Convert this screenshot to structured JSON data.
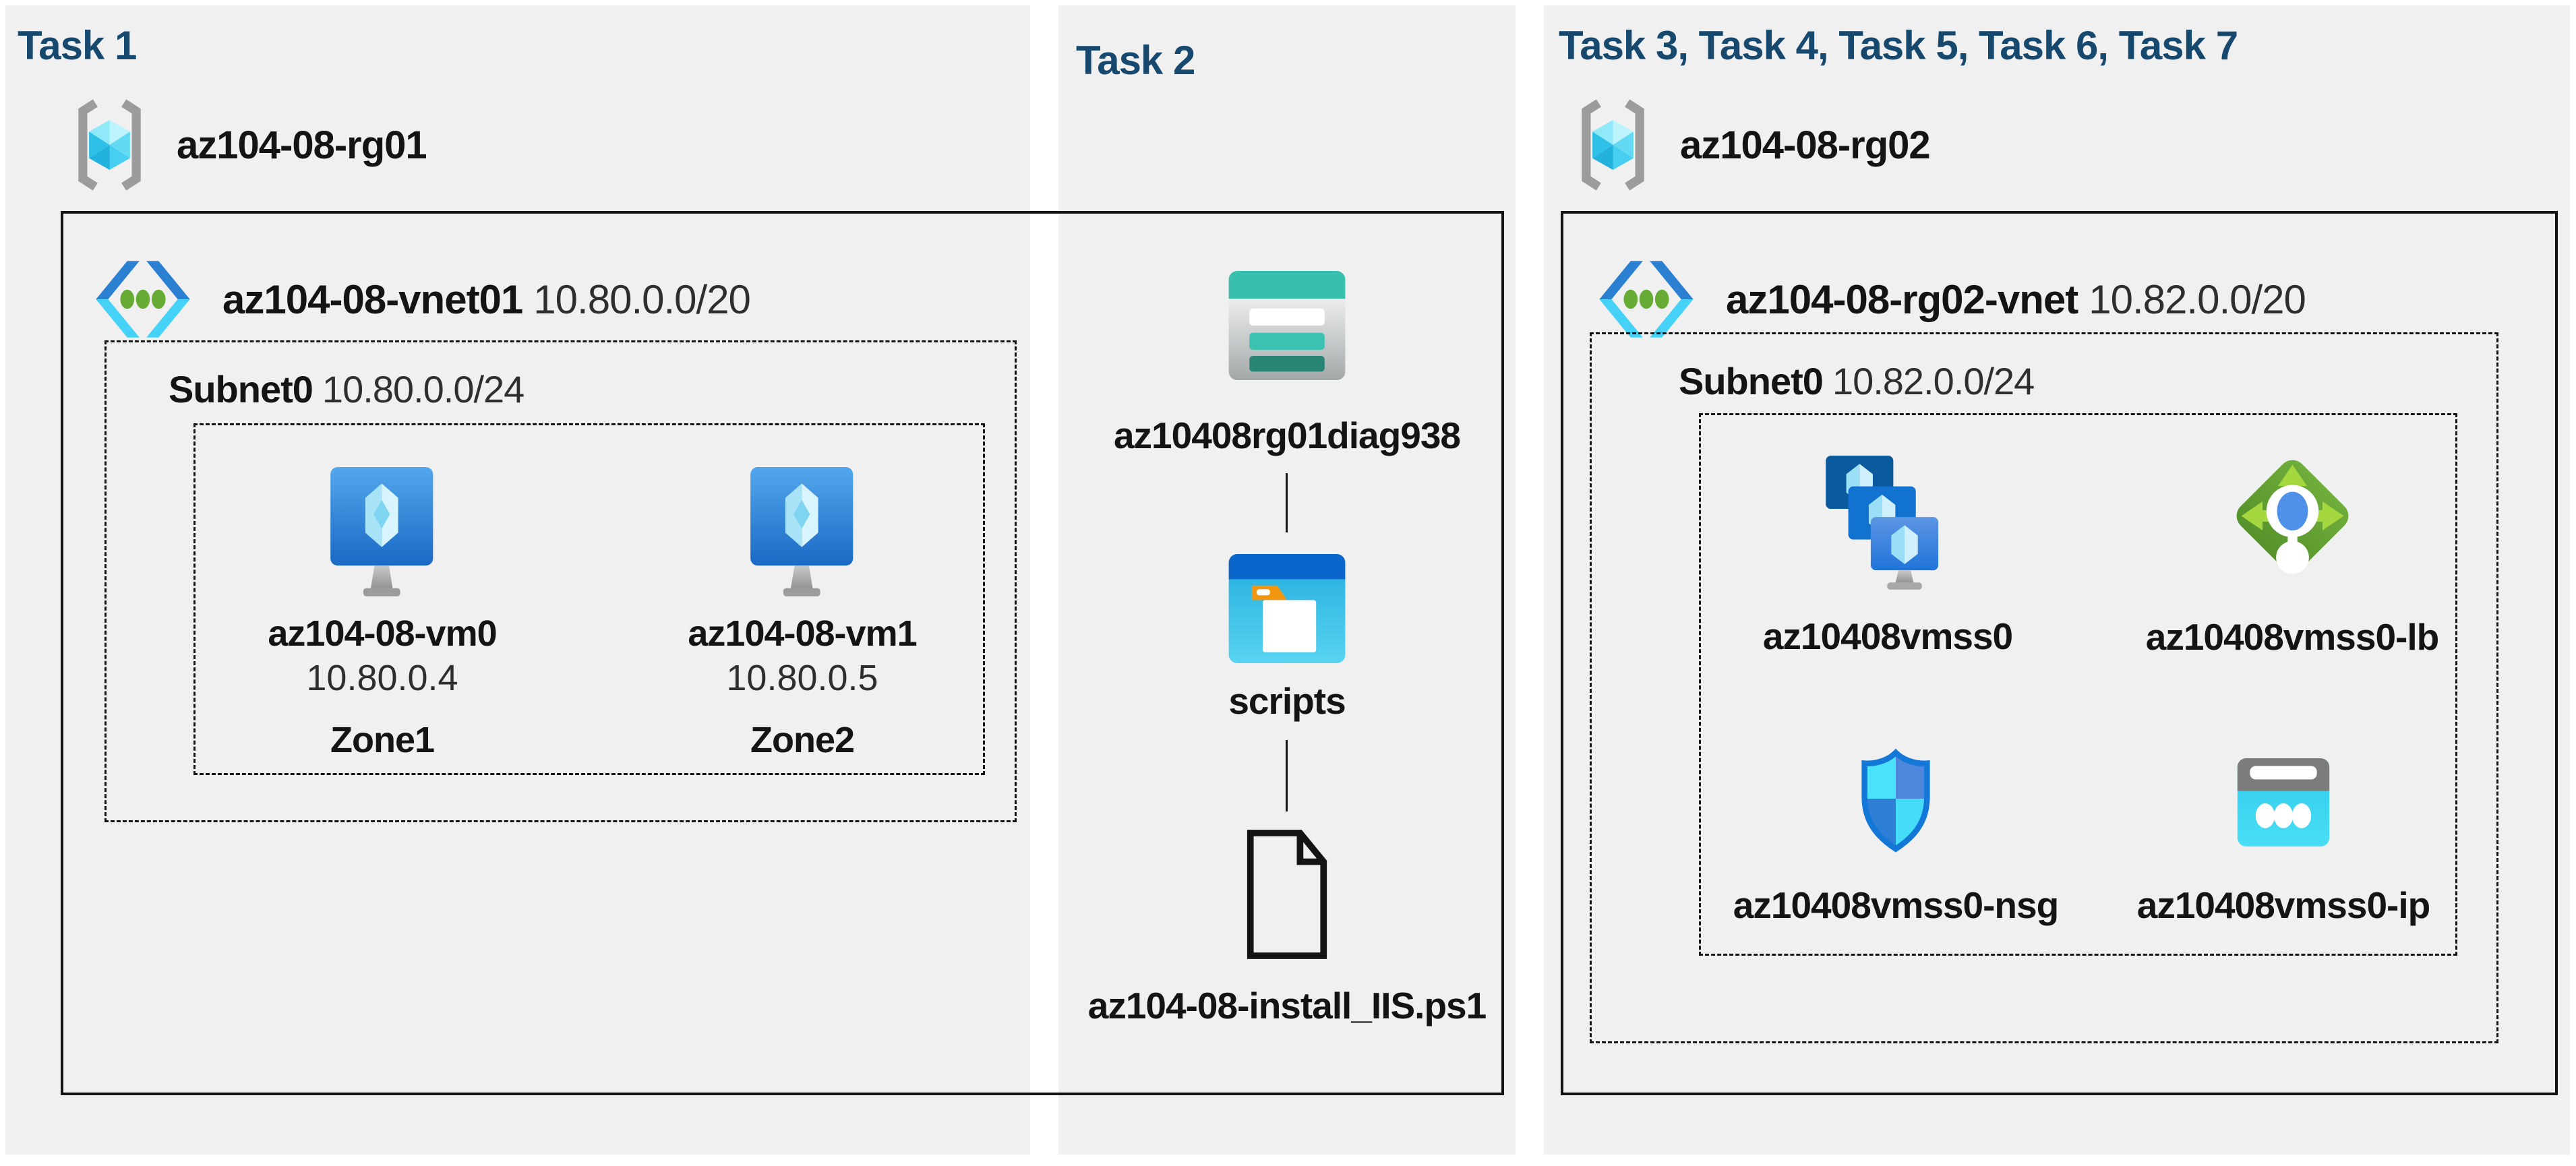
{
  "colors": {
    "page_bg": "#ffffff",
    "panel_bg": "#f0f0f1",
    "header_text": "#17496F",
    "label_text": "#141414",
    "diagram_line": "#141414",
    "vnet_blue": "#2B80D2",
    "vnet_cyan": "#45D2F6",
    "storage_teal": "#39BFAE",
    "lb_green": "#65A436",
    "ip_cyan": "#35CDEE"
  },
  "panels": [
    {
      "header": "Task 1",
      "resource_group": {
        "name": "az104-08-rg01"
      },
      "vnet": {
        "name": "az104-08-vnet01",
        "cidr": "10.80.0.0/20"
      },
      "subnet": {
        "name": "Subnet0",
        "cidr": "10.80.0.0/24"
      },
      "vms": [
        {
          "name": "az104-08-vm0",
          "ip": "10.80.0.4",
          "zone": "Zone1"
        },
        {
          "name": "az104-08-vm1",
          "ip": "10.80.0.5",
          "zone": "Zone2"
        }
      ]
    },
    {
      "header": "Task 2",
      "storage_account": {
        "label": "az10408rg01diag938"
      },
      "container": {
        "label": "scripts"
      },
      "script_file": {
        "label": "az104-08-install_IIS.ps1"
      }
    },
    {
      "header": "Task 3, Task 4, Task 5, Task 6, Task 7",
      "resource_group": {
        "name": "az104-08-rg02"
      },
      "vnet": {
        "name": "az104-08-rg02-vnet",
        "cidr": "10.82.0.0/20"
      },
      "subnet": {
        "name": "Subnet0",
        "cidr": "10.82.0.0/24"
      },
      "resources": [
        {
          "label": "az10408vmss0"
        },
        {
          "label": "az10408vmss0-lb"
        },
        {
          "label": "az10408vmss0-nsg"
        },
        {
          "label": "az10408vmss0-ip"
        }
      ]
    }
  ]
}
